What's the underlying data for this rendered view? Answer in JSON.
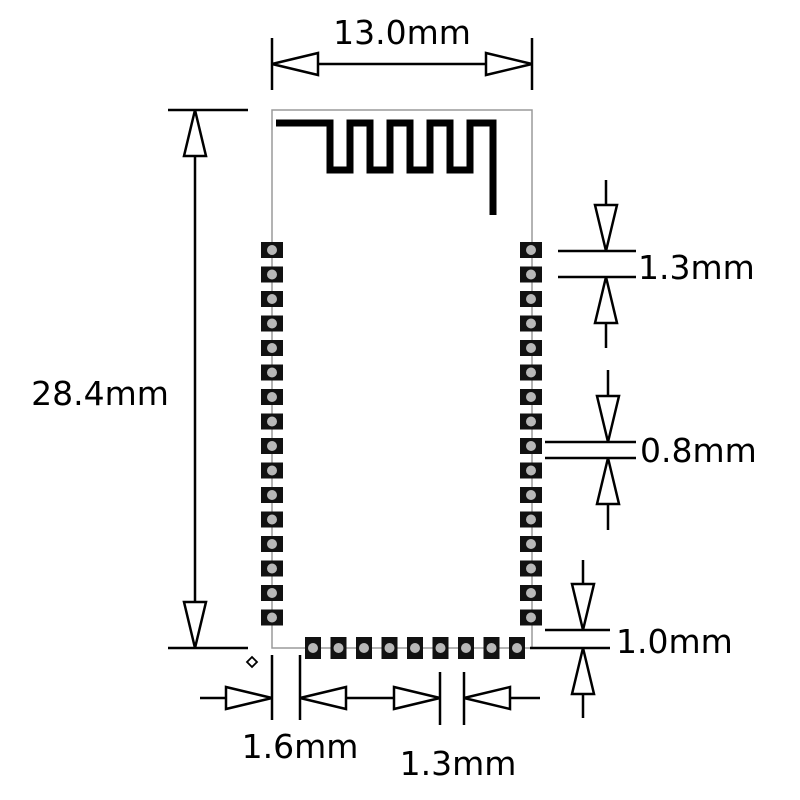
{
  "dimensions": {
    "width_label": "13.0mm",
    "height_label": "28.4mm",
    "pad_pitch_label": "1.3mm",
    "pad_gap_label": "0.8mm",
    "edge_to_pad_label": "1.0mm",
    "bottom_offset_label": "1.6mm",
    "bottom_pitch_label": "1.3mm"
  },
  "module": {
    "left_pads": 16,
    "right_pads": 16,
    "bottom_pads": 9
  }
}
